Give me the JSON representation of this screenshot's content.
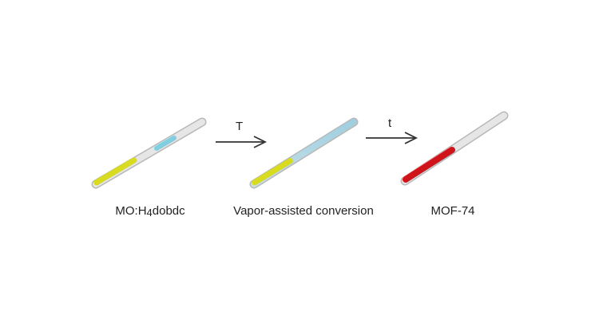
{
  "steps": [
    {
      "label_main": "MO:H",
      "label_sub": "4",
      "label_rest": "dobdc",
      "fill_color": "#d9dc1e",
      "liquid_color": "#7fcfe0"
    },
    {
      "label": "Vapor-assisted conversion",
      "fill_color": "#d9dc1e",
      "vapor_color": "#b9dbe6"
    },
    {
      "label": "MOF-74",
      "fill_color": "#d0141a"
    }
  ],
  "arrows": [
    {
      "label": "T"
    },
    {
      "label": "t"
    }
  ]
}
